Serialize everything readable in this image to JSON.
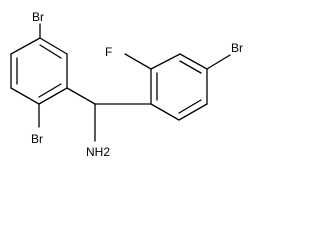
{
  "molecule": {
    "atom_labels": {
      "br_top_left": "Br",
      "br_bottom_left": "Br",
      "fluorine": "F",
      "br_right": "Br",
      "amine": "NH2"
    }
  }
}
